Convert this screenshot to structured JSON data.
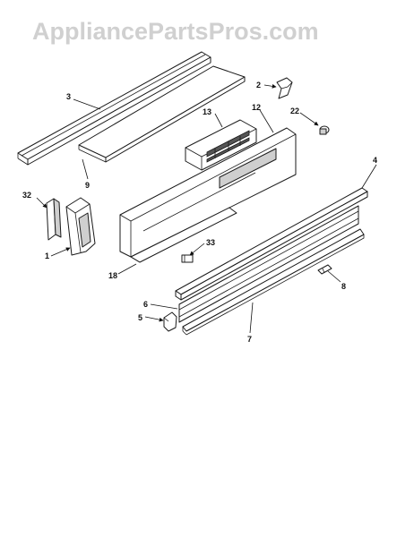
{
  "watermark": "AppliancePartsPros.com",
  "callouts": {
    "c1": "1",
    "c2": "2",
    "c3": "3",
    "c4": "4",
    "c5": "5",
    "c6": "6",
    "c7": "7",
    "c8": "8",
    "c9": "9",
    "c12": "12",
    "c13": "13",
    "c18": "18",
    "c22": "22",
    "c32": "32",
    "c33": "33"
  }
}
